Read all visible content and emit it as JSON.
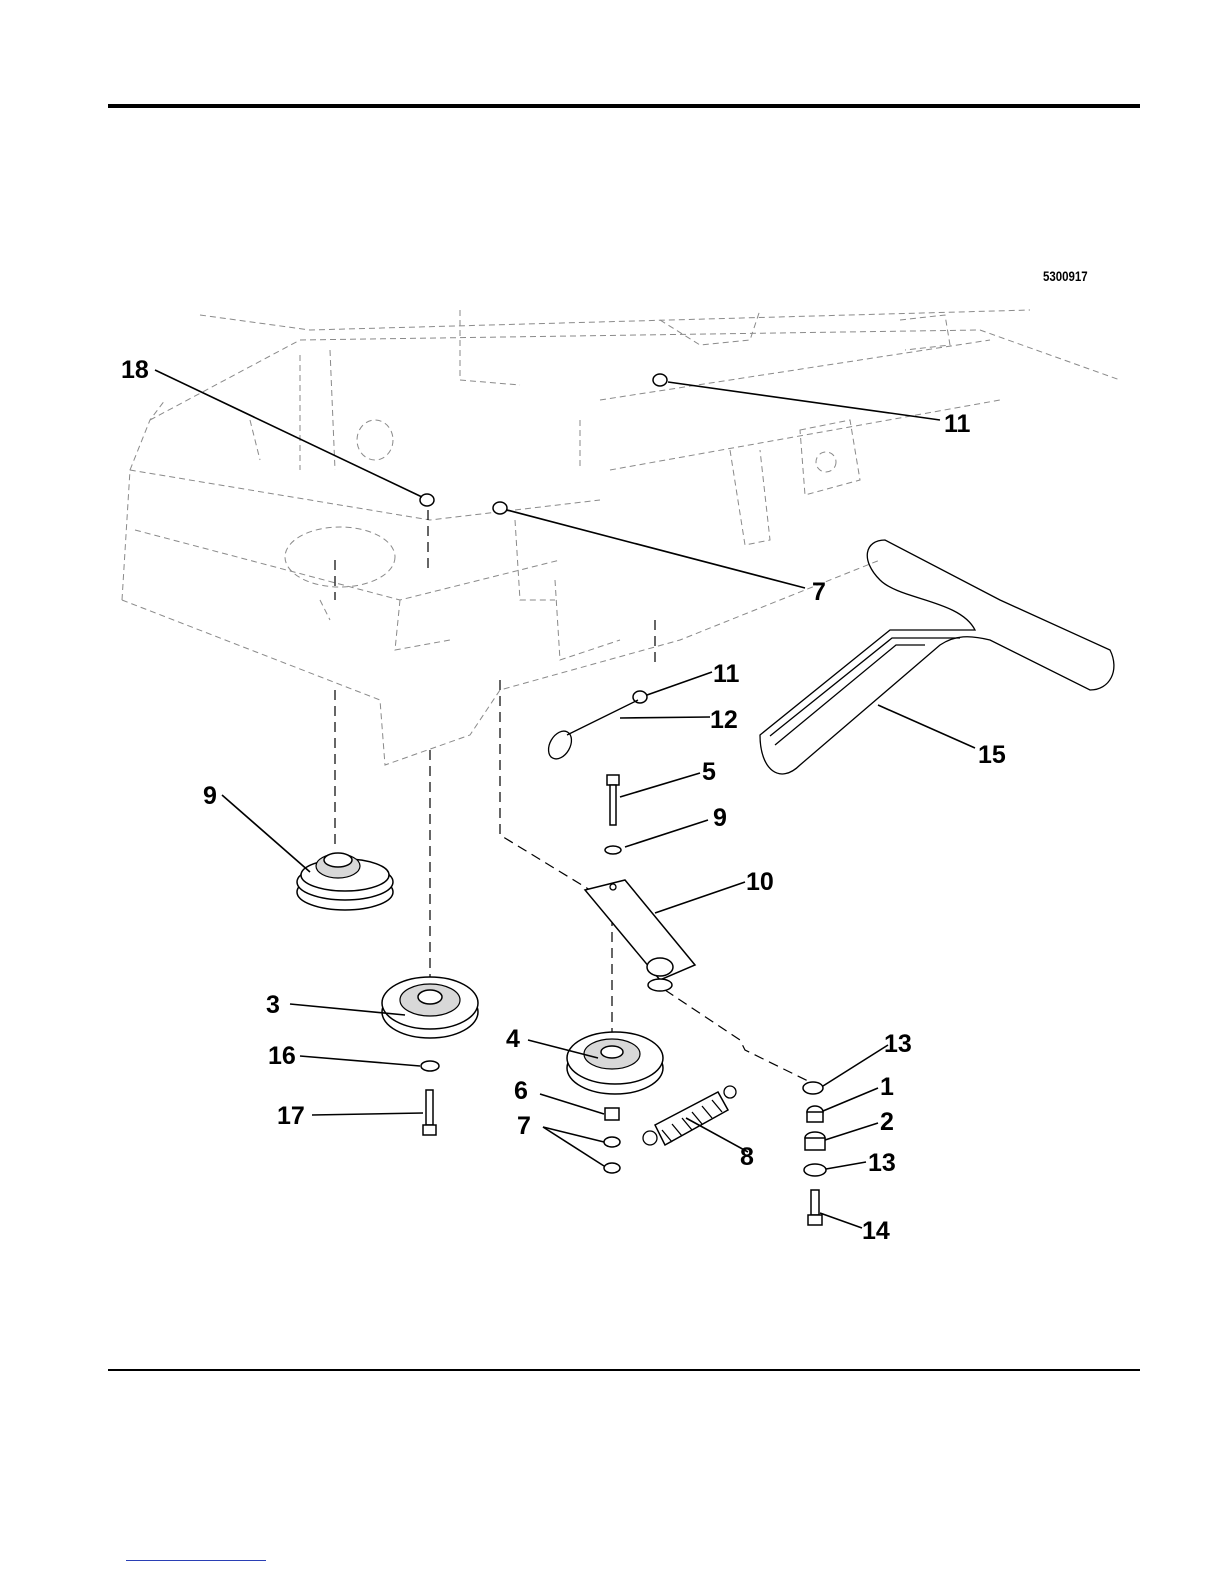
{
  "diagram_id": "5300917",
  "callouts": {
    "c18": "18",
    "c11a": "11",
    "c7a": "7",
    "c11b": "11",
    "c12": "12",
    "c15": "15",
    "c5": "5",
    "c9b": "9",
    "c10": "10",
    "c9a": "9",
    "c3": "3",
    "c16": "16",
    "c17": "17",
    "c4": "4",
    "c6": "6",
    "c7b": "7",
    "c8": "8",
    "c13a": "13",
    "c1": "1",
    "c2": "2",
    "c13b": "13",
    "c14": "14"
  }
}
